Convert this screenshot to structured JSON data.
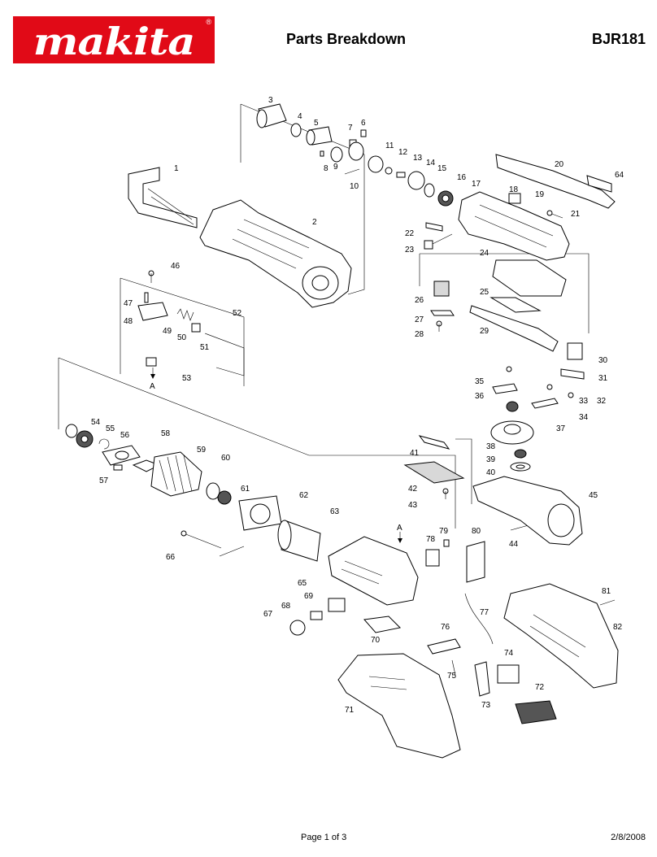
{
  "header": {
    "brand": "makita",
    "registered_mark": "®",
    "title": "Parts Breakdown",
    "model": "BJR181"
  },
  "footer": {
    "page": "Page 1 of 3",
    "date": "2/8/2008"
  },
  "diagram": {
    "connector_labels": [
      "A",
      "A"
    ],
    "part_numbers": [
      "1",
      "2",
      "3",
      "4",
      "5",
      "6",
      "7",
      "8",
      "9",
      "10",
      "11",
      "12",
      "13",
      "14",
      "15",
      "16",
      "17",
      "18",
      "19",
      "20",
      "21",
      "22",
      "23",
      "24",
      "25",
      "26",
      "27",
      "28",
      "29",
      "30",
      "31",
      "32",
      "33",
      "34",
      "35",
      "36",
      "37",
      "38",
      "39",
      "40",
      "41",
      "42",
      "43",
      "44",
      "45",
      "46",
      "47",
      "48",
      "49",
      "50",
      "51",
      "52",
      "53",
      "54",
      "55",
      "56",
      "57",
      "58",
      "59",
      "60",
      "61",
      "62",
      "63",
      "64",
      "65",
      "66",
      "67",
      "68",
      "69",
      "70",
      "71",
      "72",
      "73",
      "74",
      "75",
      "76",
      "77",
      "78",
      "79",
      "80",
      "81",
      "82"
    ]
  }
}
